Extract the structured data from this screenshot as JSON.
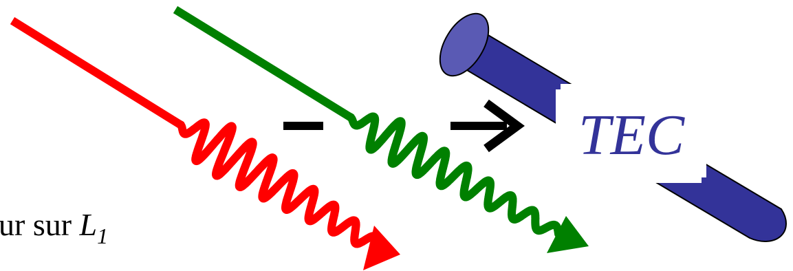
{
  "caption": {
    "prefix": "ur sur ",
    "variable": "L",
    "subscript": "1"
  },
  "tec_label": "TEC",
  "operator_symbol": "−",
  "colors": {
    "red_wave": "#ff0000",
    "green_wave": "#008000",
    "cylinder_body": "#333399",
    "cylinder_cap": "#5a5ab4",
    "tec_text": "#333399",
    "arrow": "#000000",
    "minus": "#000000"
  },
  "icons": {
    "arrow": "right-arrow-icon",
    "cylinder": "cylinder-shape"
  }
}
